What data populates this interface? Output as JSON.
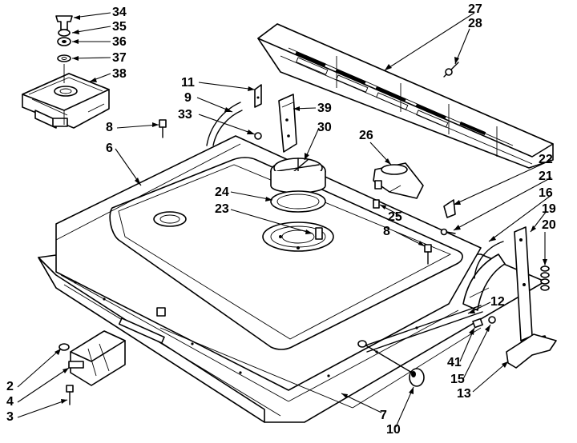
{
  "header": {
    "left_fragment": "",
    "right_fragment": ""
  },
  "callouts": [
    {
      "id": "34",
      "label": "34"
    },
    {
      "id": "35",
      "label": "35"
    },
    {
      "id": "36",
      "label": "36"
    },
    {
      "id": "37",
      "label": "37"
    },
    {
      "id": "38",
      "label": "38"
    },
    {
      "id": "27",
      "label": "27"
    },
    {
      "id": "28",
      "label": "28"
    },
    {
      "id": "11",
      "label": "11"
    },
    {
      "id": "9",
      "label": "9"
    },
    {
      "id": "39",
      "label": "39"
    },
    {
      "id": "33",
      "label": "33"
    },
    {
      "id": "30",
      "label": "30"
    },
    {
      "id": "8a",
      "label": "8"
    },
    {
      "id": "6",
      "label": "6"
    },
    {
      "id": "26",
      "label": "26"
    },
    {
      "id": "22",
      "label": "22"
    },
    {
      "id": "21",
      "label": "21"
    },
    {
      "id": "16",
      "label": "16"
    },
    {
      "id": "19",
      "label": "19"
    },
    {
      "id": "20",
      "label": "20"
    },
    {
      "id": "24",
      "label": "24"
    },
    {
      "id": "23",
      "label": "23"
    },
    {
      "id": "25",
      "label": "25"
    },
    {
      "id": "8b",
      "label": "8"
    },
    {
      "id": "12",
      "label": "12"
    },
    {
      "id": "2",
      "label": "2"
    },
    {
      "id": "4",
      "label": "4"
    },
    {
      "id": "3",
      "label": "3"
    },
    {
      "id": "41",
      "label": "41"
    },
    {
      "id": "15",
      "label": "15"
    },
    {
      "id": "13",
      "label": "13"
    },
    {
      "id": "7",
      "label": "7"
    },
    {
      "id": "10",
      "label": "10"
    }
  ]
}
